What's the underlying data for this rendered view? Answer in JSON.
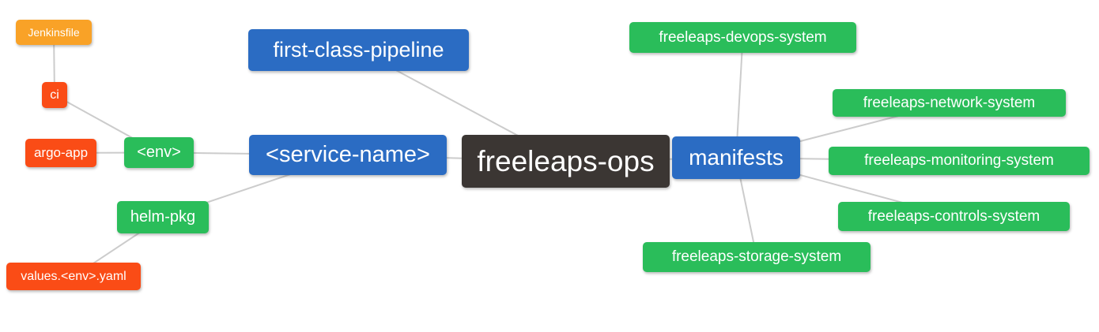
{
  "diagram": {
    "background": "#ffffff",
    "link_color": "#cccccc",
    "link_width": 2,
    "palette": {
      "root": "#3b3633",
      "branch": "#2b6cc3",
      "leaf_green": "#2abd5a",
      "leaf_red": "#fa4c16",
      "leaf_amber": "#f9a227",
      "text": "#ffffff"
    },
    "nodes": {
      "freeleaps_ops": {
        "label": "freeleaps-ops"
      },
      "first_class_pipeline": {
        "label": "first-class-pipeline"
      },
      "service_name": {
        "label": "<service-name>"
      },
      "manifests": {
        "label": "manifests"
      },
      "env": {
        "label": "<env>"
      },
      "helm_pkg": {
        "label": "helm-pkg"
      },
      "ci": {
        "label": "ci"
      },
      "jenkinsfile": {
        "label": "Jenkinsfile"
      },
      "argo_app": {
        "label": "argo-app"
      },
      "values_env_yaml": {
        "label": "values.<env>.yaml"
      },
      "devops_system": {
        "label": "freeleaps-devops-system"
      },
      "network_system": {
        "label": "freeleaps-network-system"
      },
      "monitoring_system": {
        "label": "freeleaps-monitoring-system"
      },
      "controls_system": {
        "label": "freeleaps-controls-system"
      },
      "storage_system": {
        "label": "freeleaps-storage-system"
      }
    },
    "edges": [
      {
        "from": "jenkinsfile",
        "to": "ci"
      },
      {
        "from": "ci",
        "to": "env"
      },
      {
        "from": "argo_app",
        "to": "env"
      },
      {
        "from": "env",
        "to": "service_name"
      },
      {
        "from": "helm_pkg",
        "to": "service_name"
      },
      {
        "from": "values_env_yaml",
        "to": "helm_pkg"
      },
      {
        "from": "service_name",
        "to": "freeleaps_ops"
      },
      {
        "from": "first_class_pipeline",
        "to": "freeleaps_ops"
      },
      {
        "from": "freeleaps_ops",
        "to": "manifests"
      },
      {
        "from": "manifests",
        "to": "devops_system"
      },
      {
        "from": "manifests",
        "to": "network_system"
      },
      {
        "from": "manifests",
        "to": "monitoring_system"
      },
      {
        "from": "manifests",
        "to": "controls_system"
      },
      {
        "from": "manifests",
        "to": "storage_system"
      }
    ]
  }
}
